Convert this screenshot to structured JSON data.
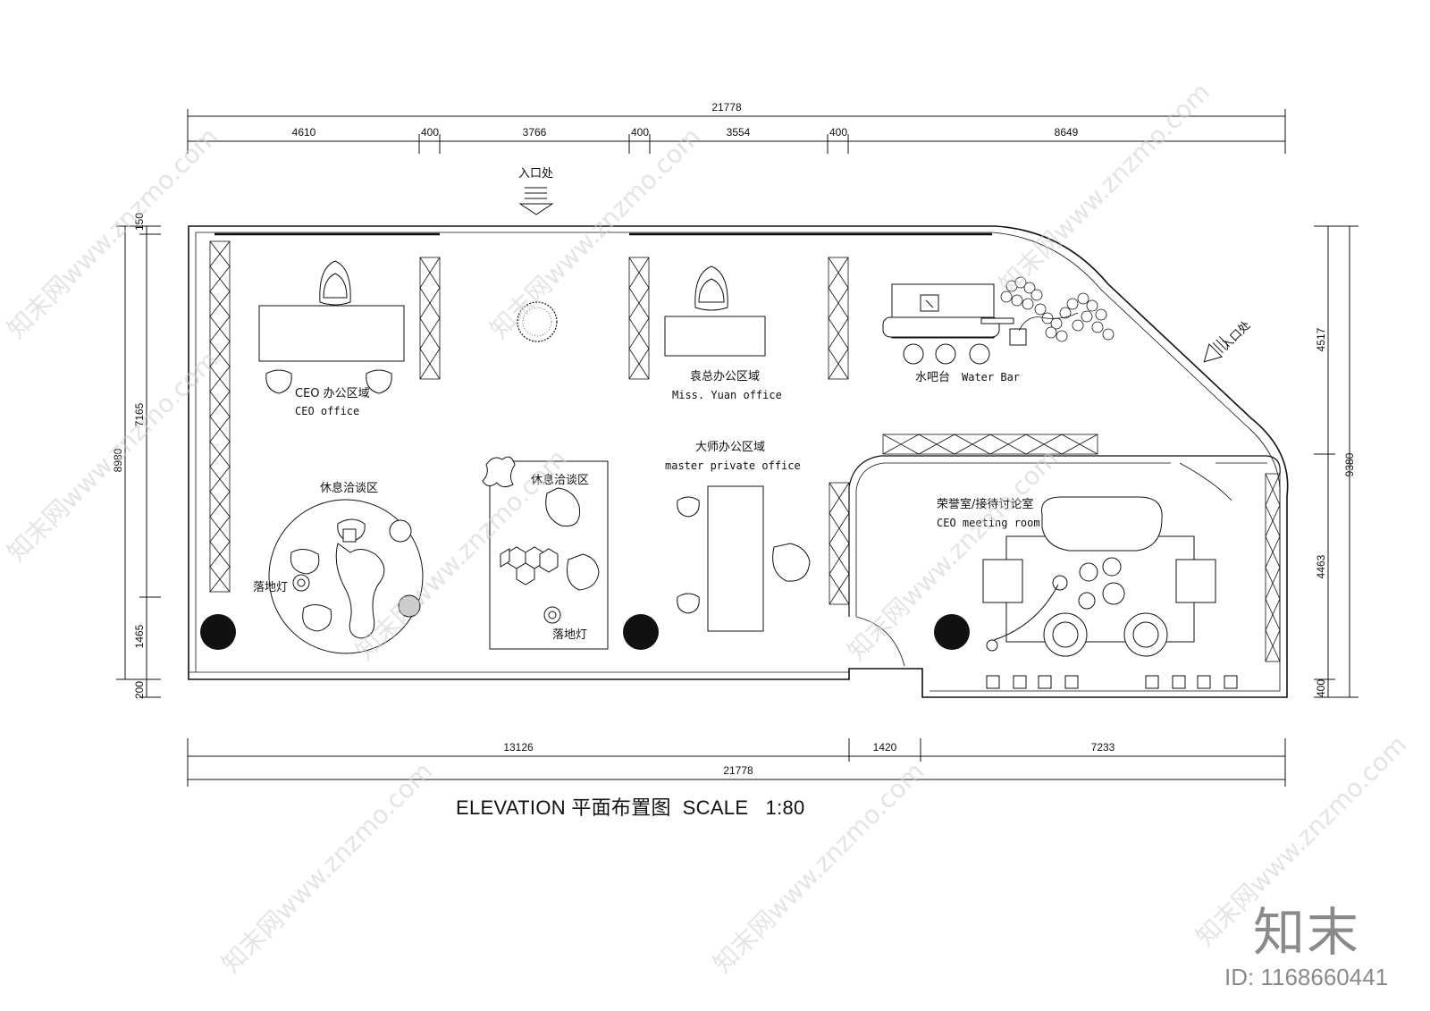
{
  "title": "ELEVATION 平面布置图  SCALE   1:80",
  "dimensions": {
    "top_total": "21778",
    "top_segments": [
      "4610",
      "400",
      "3766",
      "400",
      "3554",
      "400",
      "8649"
    ],
    "bottom_segments": [
      "13126",
      "1420",
      "7233"
    ],
    "bottom_total": "21778",
    "left_outer": "8980",
    "left_segments": [
      "150",
      "7165",
      "1465",
      "200"
    ],
    "right_outer": "9380",
    "right_segments": [
      "4517",
      "4463",
      "400"
    ]
  },
  "labels": {
    "entrance_top": "入口处",
    "entrance_right": "入口处",
    "ceo_zh": "CEO 办公区域",
    "ceo_en": "CEO office",
    "yuan_zh": "袁总办公区域",
    "yuan_en": "Miss. Yuan office",
    "bar_zh": "水吧台",
    "bar_en": "Water Bar",
    "lounge1": "休息洽谈区",
    "lounge2": "休息洽谈区",
    "lamp1": "落地灯",
    "lamp2": "落地灯",
    "master_zh": "大师办公区域",
    "master_en": "master private office",
    "meeting_zh": "荣誉室/接待讨论室",
    "meeting_en": "CEO meeting room"
  },
  "watermark": {
    "text": "知末网www.znzmo.com",
    "logo": "知末",
    "id": "ID: 1168660441"
  },
  "colors": {
    "line": "#111111",
    "watermark": "#cfcfcf",
    "logo": "#8a8a8a"
  }
}
